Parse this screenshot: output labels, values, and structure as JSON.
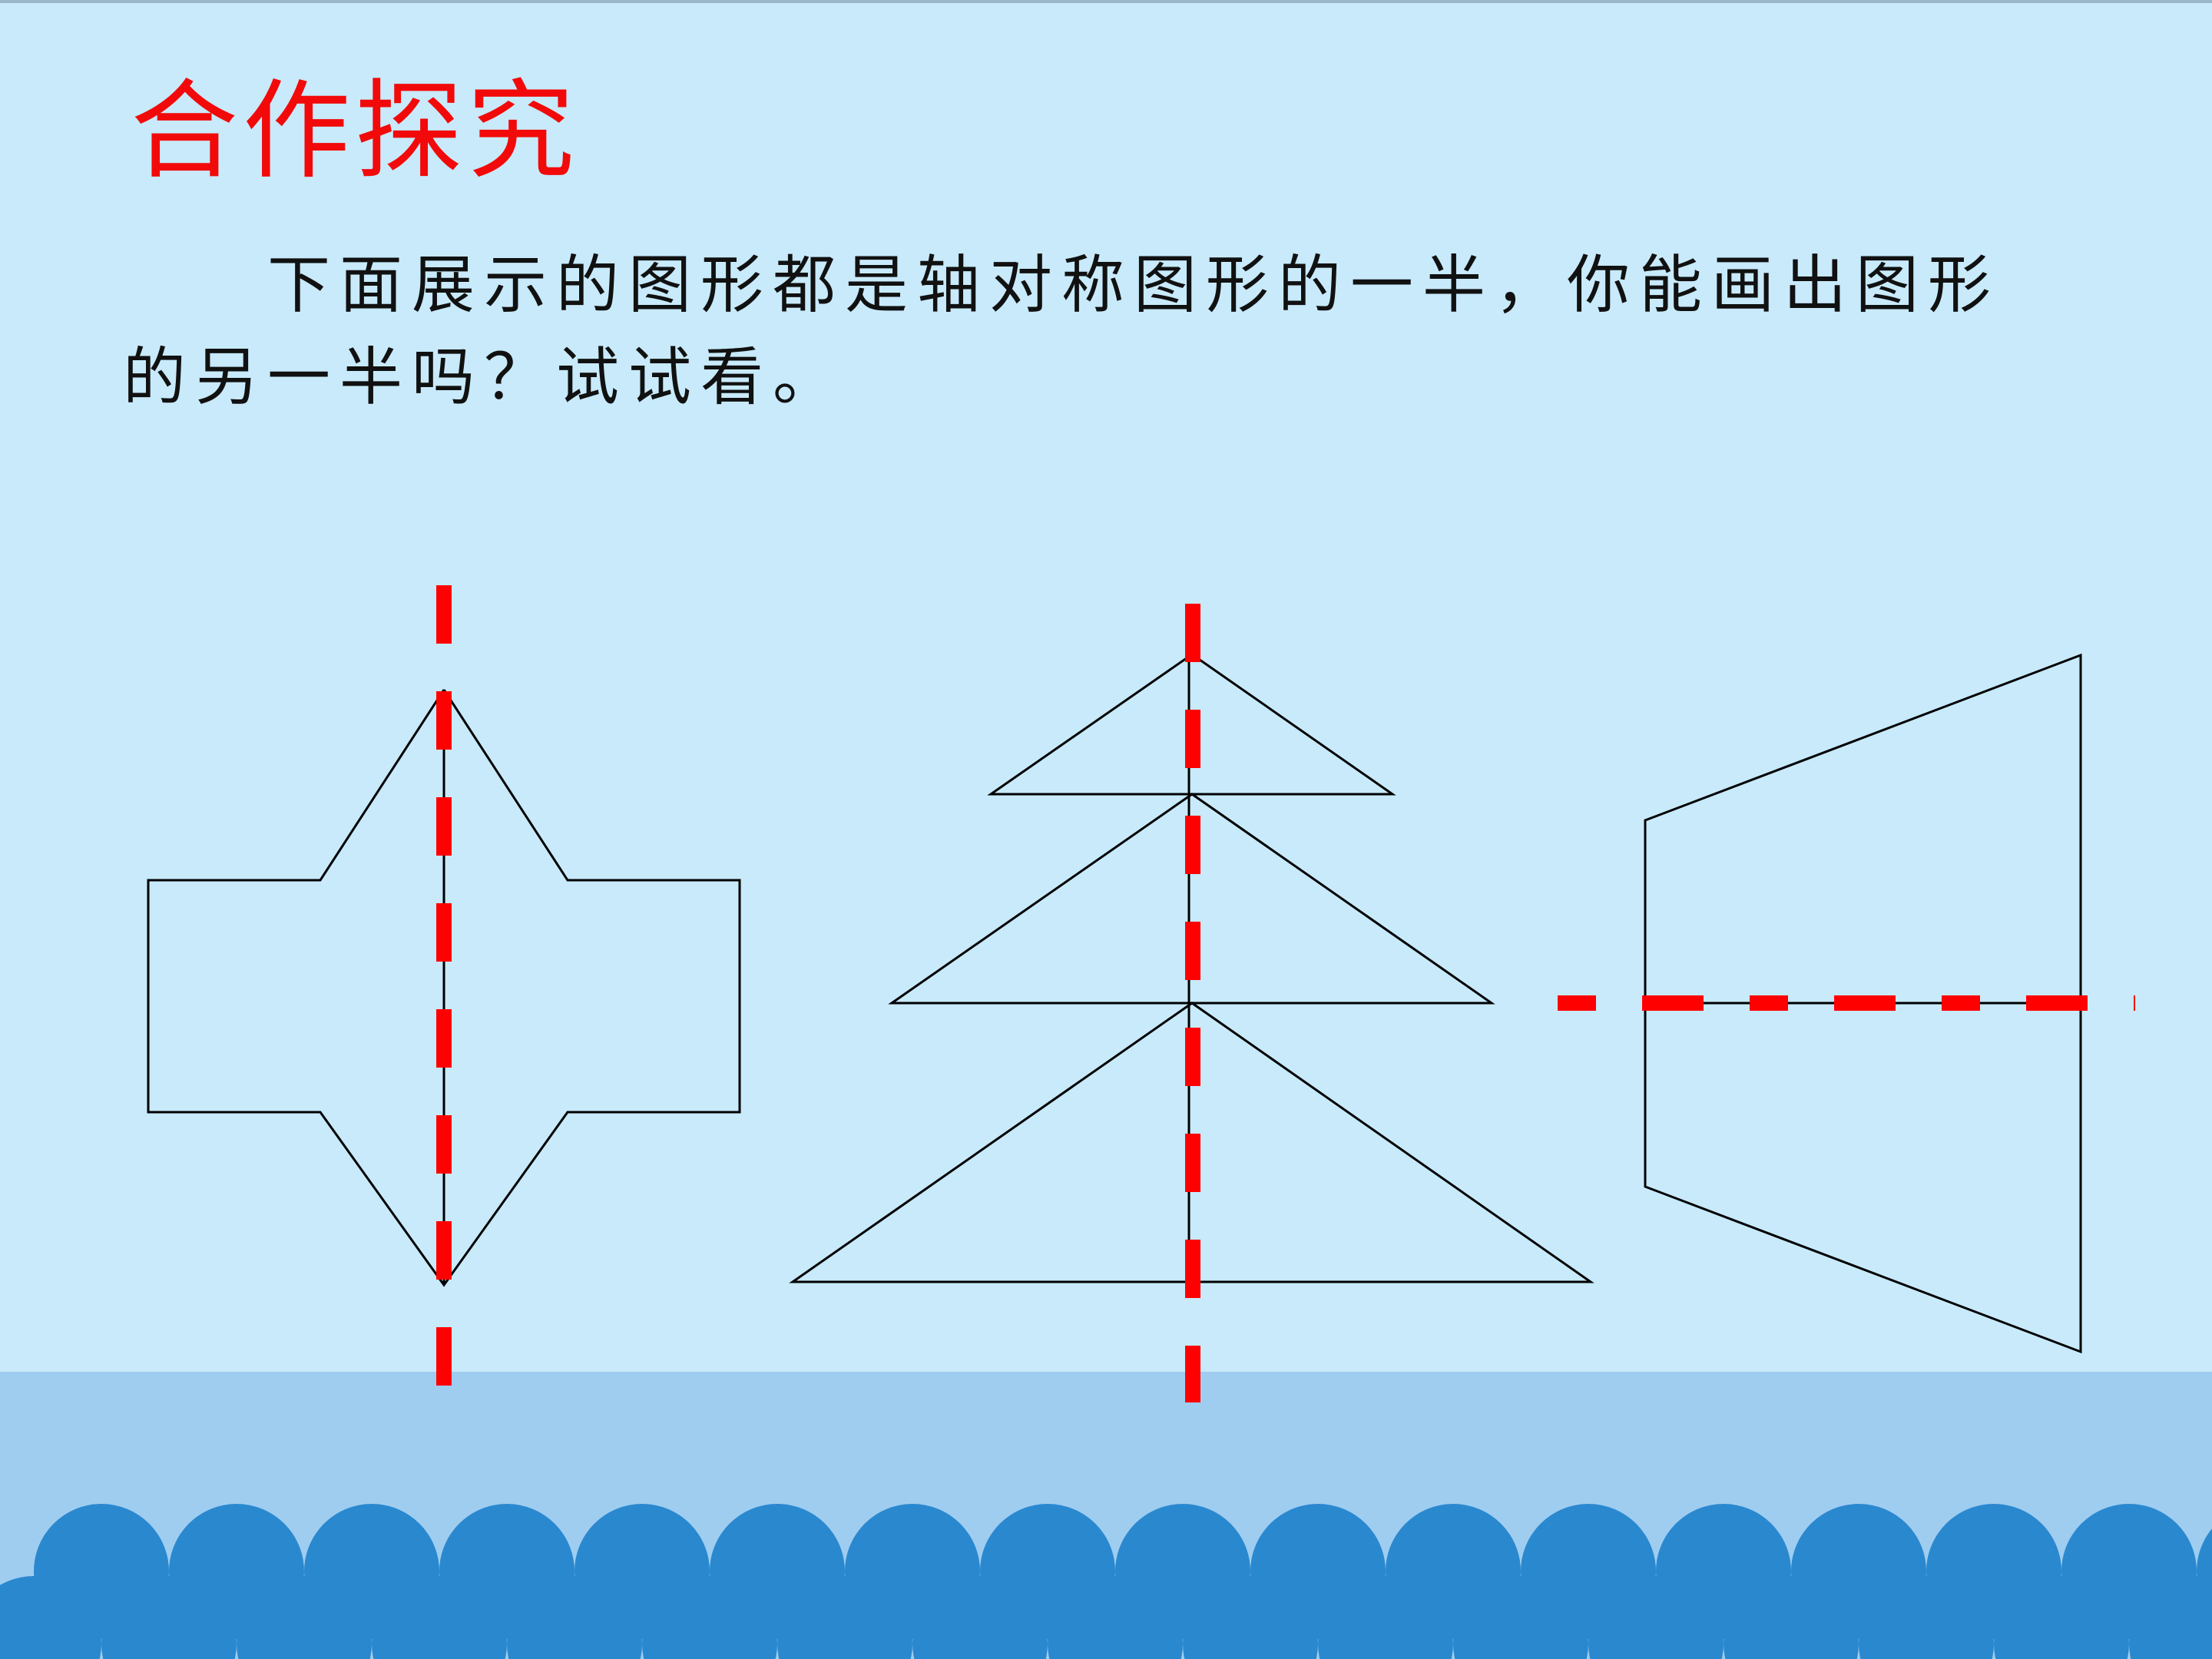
{
  "slide": {
    "title": "合作探究",
    "instruction": "下面展示的图形都是轴对称图形的一半，你能画出图形的另一半吗？试试看。"
  },
  "colors": {
    "background": "#c8eafb",
    "lower_band": "#9fcdf0",
    "waves": "#2a88cf",
    "title": "#f20a0a",
    "axis": "#ff0000",
    "outline": "#000000"
  },
  "figures": [
    {
      "name": "arrow-shape",
      "axis": "vertical"
    },
    {
      "name": "tree-shape",
      "axis": "vertical"
    },
    {
      "name": "trapezoid-shape",
      "axis": "horizontal"
    }
  ]
}
